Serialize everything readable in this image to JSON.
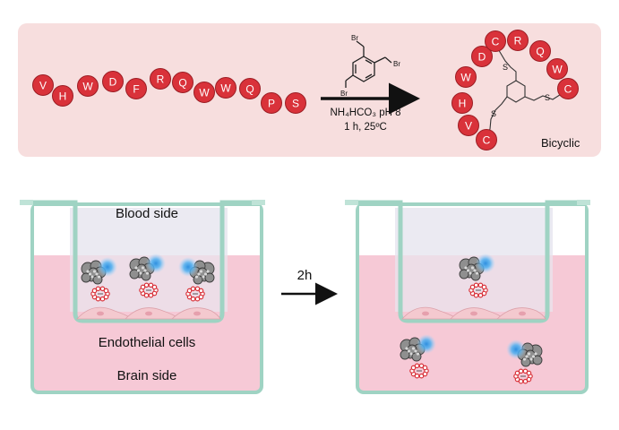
{
  "reaction": {
    "linear_sequence": [
      "V",
      "H",
      "W",
      "D",
      "F",
      "R",
      "Q",
      "W",
      "W",
      "Q",
      "P",
      "S"
    ],
    "reagent_br_labels": [
      "Br",
      "Br",
      "Br"
    ],
    "condition_line1": "NH₄HCO₃ pH 8",
    "condition_line2": "1 h, 25ºC",
    "bicyclic_residues": [
      "D",
      "C",
      "R",
      "Q",
      "W",
      "C",
      "W",
      "H",
      "V",
      "C"
    ],
    "thioether_labels": [
      "S",
      "S",
      "S"
    ],
    "product_label": "Bicyclic"
  },
  "assay": {
    "blood_side_label": "Blood side",
    "endothelial_label": "Endothelial cells",
    "brain_side_label": "Brain side",
    "time_label": "2h"
  },
  "colors": {
    "banner_bg": "#f7dede",
    "residue_fill": "#d9323a",
    "residue_stroke": "#9c1d24",
    "medium_pink": "#f6c9d6",
    "upper_medium": "#ebeaf2",
    "well_wall": "#9fd3c3",
    "dye_blue": "#3a9ee6"
  }
}
